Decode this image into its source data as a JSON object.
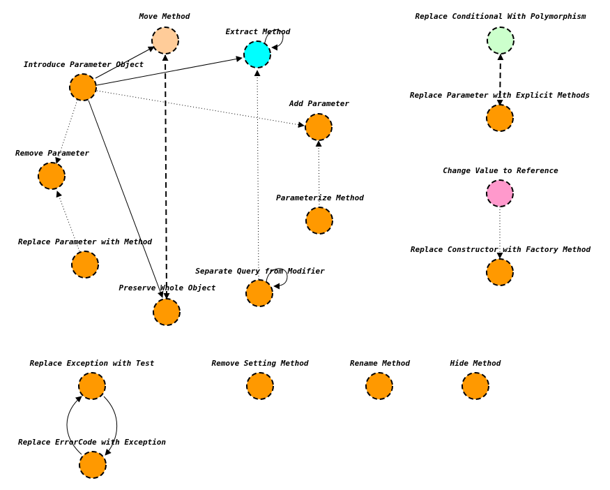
{
  "diagram": {
    "nodes": [
      {
        "id": "move_method",
        "label": "Move Method",
        "color": "#ffcc99"
      },
      {
        "id": "extract_method",
        "label": "Extract Method",
        "color": "#00ffff"
      },
      {
        "id": "introduce_parameter_object",
        "label": "Introduce Parameter Object",
        "color": "#ff9900"
      },
      {
        "id": "add_parameter",
        "label": "Add Parameter",
        "color": "#ff9900"
      },
      {
        "id": "remove_parameter",
        "label": "Remove Parameter",
        "color": "#ff9900"
      },
      {
        "id": "parameterize_method",
        "label": "Parameterize Method",
        "color": "#ff9900"
      },
      {
        "id": "replace_parameter_with_method",
        "label": "Replace Parameter with Method",
        "color": "#ff9900"
      },
      {
        "id": "separate_query_from_modifier",
        "label": "Separate Query from Modifier",
        "color": "#ff9900"
      },
      {
        "id": "preserve_whole_object",
        "label": "Preserve Whole Object",
        "color": "#ff9900"
      },
      {
        "id": "replace_conditional_with_polymorphism",
        "label": "Replace Conditional With Polymorphism",
        "color": "#ccffcc"
      },
      {
        "id": "replace_parameter_with_explicit_methods",
        "label": "Replace Parameter with Explicit Methods",
        "color": "#ff9900"
      },
      {
        "id": "change_value_to_reference",
        "label": "Change Value to Reference",
        "color": "#ff99cc"
      },
      {
        "id": "replace_constructor_with_factory_method",
        "label": "Replace Constructor with Factory Method",
        "color": "#ff9900"
      },
      {
        "id": "replace_exception_with_test",
        "label": "Replace Exception with Test",
        "color": "#ff9900"
      },
      {
        "id": "replace_errorcode_with_exception",
        "label": "Replace ErrorCode with Exception",
        "color": "#ff9900"
      },
      {
        "id": "remove_setting_method",
        "label": "Remove Setting Method",
        "color": "#ff9900"
      },
      {
        "id": "rename_method",
        "label": "Rename Method",
        "color": "#ff9900"
      },
      {
        "id": "hide_method",
        "label": "Hide Method",
        "color": "#ff9900"
      }
    ],
    "edges": [
      {
        "from": "introduce_parameter_object",
        "to": "move_method",
        "style": "solid"
      },
      {
        "from": "introduce_parameter_object",
        "to": "extract_method",
        "style": "solid"
      },
      {
        "from": "introduce_parameter_object",
        "to": "add_parameter",
        "style": "dotted"
      },
      {
        "from": "introduce_parameter_object",
        "to": "remove_parameter",
        "style": "dotted"
      },
      {
        "from": "introduce_parameter_object",
        "to": "preserve_whole_object",
        "style": "solid"
      },
      {
        "from": "extract_method",
        "to": "extract_method",
        "style": "solid"
      },
      {
        "from": "move_method",
        "to": "preserve_whole_object",
        "style": "dashed-bidirectional"
      },
      {
        "from": "parameterize_method",
        "to": "add_parameter",
        "style": "dotted"
      },
      {
        "from": "replace_parameter_with_method",
        "to": "remove_parameter",
        "style": "dotted"
      },
      {
        "from": "separate_query_from_modifier",
        "to": "extract_method",
        "style": "dotted"
      },
      {
        "from": "separate_query_from_modifier",
        "to": "separate_query_from_modifier",
        "style": "solid"
      },
      {
        "from": "replace_conditional_with_polymorphism",
        "to": "replace_parameter_with_explicit_methods",
        "style": "dashed-bidirectional"
      },
      {
        "from": "change_value_to_reference",
        "to": "replace_constructor_with_factory_method",
        "style": "dotted"
      },
      {
        "from": "replace_errorcode_with_exception",
        "to": "replace_exception_with_test",
        "style": "solid"
      },
      {
        "from": "replace_exception_with_test",
        "to": "replace_errorcode_with_exception",
        "style": "solid"
      }
    ]
  }
}
